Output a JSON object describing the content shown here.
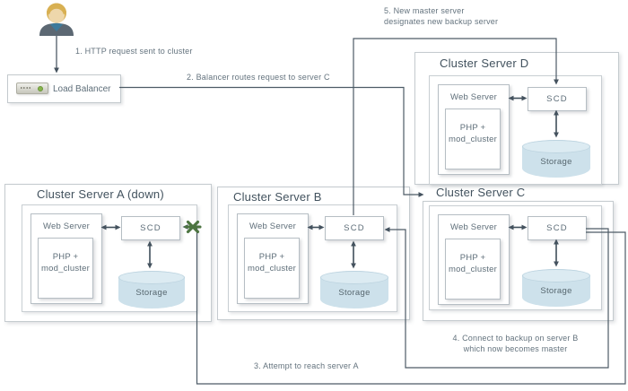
{
  "annotations": {
    "step1": "1. HTTP request sent to cluster",
    "step2": "2. Balancer routes request to server C",
    "step3": "3. Attempt to reach server A",
    "step4": [
      "4. Connect to backup on server B",
      "which now becomes master"
    ],
    "step5": [
      "5. New master server",
      "designates new backup server"
    ]
  },
  "load_balancer": {
    "label": "Load Balancer",
    "icon": "appliance-icon"
  },
  "user": {
    "icon": "user-icon"
  },
  "servers": [
    {
      "id": "A",
      "title": "Cluster Server A (down)",
      "web_server": "Web Server",
      "php": [
        "PHP +",
        "mod_cluster"
      ],
      "scd": "SCD",
      "storage": "Storage",
      "status_marker": "failure-x"
    },
    {
      "id": "B",
      "title": "Cluster Server B",
      "web_server": "Web Server",
      "php": [
        "PHP +",
        "mod_cluster"
      ],
      "scd": "SCD",
      "storage": "Storage"
    },
    {
      "id": "C",
      "title": "Cluster Server C",
      "web_server": "Web Server",
      "php": [
        "PHP +",
        "mod_cluster"
      ],
      "scd": "SCD",
      "storage": "Storage"
    },
    {
      "id": "D",
      "title": "Cluster Server D",
      "web_server": "Web Server",
      "php": [
        "PHP +",
        "mod_cluster"
      ],
      "scd": "SCD",
      "storage": "Storage"
    }
  ],
  "colors": {
    "wire": "#4d5b66",
    "arrowhead": "#44525e",
    "storage_fill": "#cde1eb",
    "failure_marker_green": "#4c7440",
    "box_border": "#c5cbcf",
    "title_text": "#42525e",
    "body_text": "#5e6e79"
  }
}
